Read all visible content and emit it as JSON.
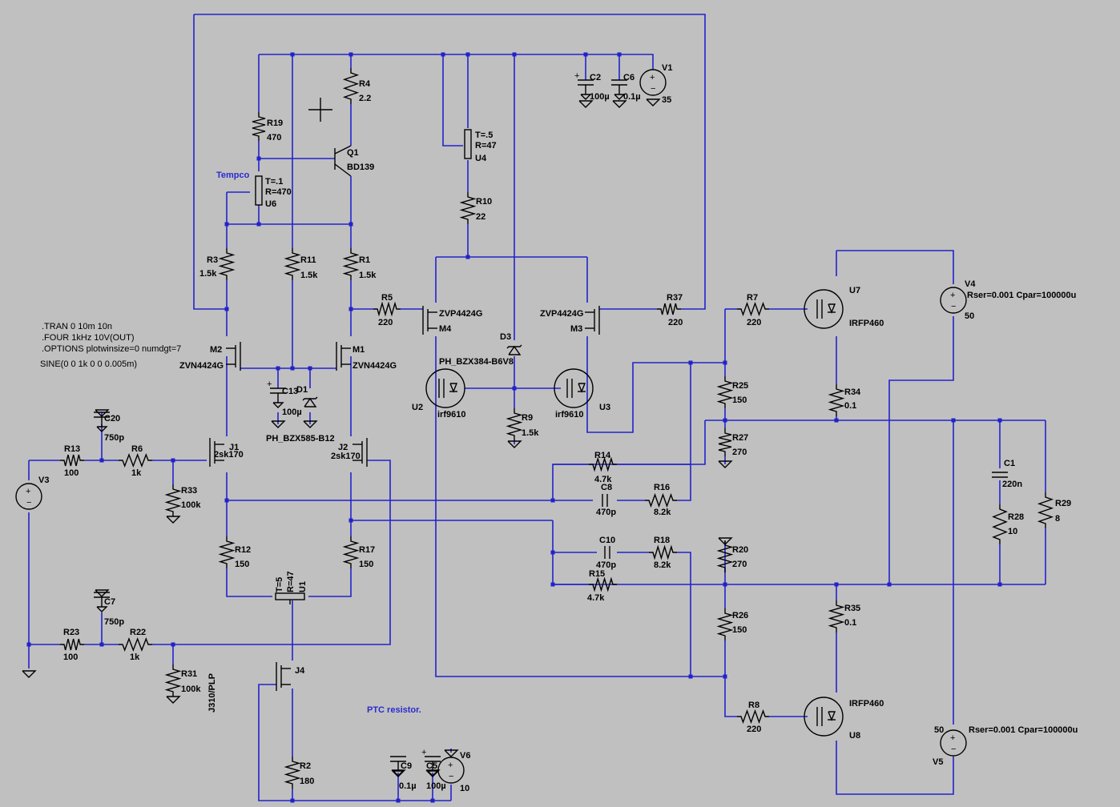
{
  "directives": [
    ".TRAN 0 10m 10n",
    ".FOUR 1kHz 10V(OUT)",
    ".OPTIONS plotwinsize=0 numdgt=7",
    "SINE(0 0 1k 0 0 0.005m)"
  ],
  "notes": {
    "tempco": "Tempco",
    "ptc": "PTC resistor."
  },
  "components": {
    "R4": [
      "R4",
      "2.2"
    ],
    "R19": [
      "R19",
      "470"
    ],
    "Q1": [
      "Q1",
      "BD139"
    ],
    "U6": [
      "T=.1",
      "R=470",
      "U6"
    ],
    "U4": [
      "T=.5",
      "R=47",
      "U4"
    ],
    "R10": [
      "R10",
      "22"
    ],
    "C2": [
      "C2",
      "100µ"
    ],
    "C6": [
      "C6",
      "0.1µ"
    ],
    "V1": [
      "V1",
      "35"
    ],
    "R3": [
      "R3",
      "1.5k"
    ],
    "R11": [
      "R11",
      "1.5k"
    ],
    "R1": [
      "R1",
      "1.5k"
    ],
    "R5": [
      "R5",
      "220"
    ],
    "M4": [
      "ZVP4424G",
      "M4"
    ],
    "M3": [
      "ZVP4424G",
      "M3"
    ],
    "R37": [
      "R37",
      "220"
    ],
    "D3": [
      "D3",
      "PH_BZX384-B6V8"
    ],
    "M2": [
      "M2",
      "ZVN4424G"
    ],
    "M1": [
      "M1",
      "ZVN4424G"
    ],
    "C13": [
      "C13",
      "100µ"
    ],
    "D1": [
      "D1",
      "PH_BZX585-B12"
    ],
    "U2": [
      "U2",
      "irf9610"
    ],
    "U3": [
      "irf9610",
      "U3"
    ],
    "R9": [
      "R9",
      "1.5k"
    ],
    "R7": [
      "R7",
      "220"
    ],
    "U7": [
      "U7",
      "IRFP460"
    ],
    "V4": [
      "V4",
      "Rser=0.001 Cpar=100000u",
      "50"
    ],
    "R34": [
      "R34",
      "0.1"
    ],
    "R25": [
      "R25",
      "150"
    ],
    "R27": [
      "R27",
      "270"
    ],
    "C20": [
      "C20",
      "750p"
    ],
    "R13": [
      "R13",
      "100"
    ],
    "R6": [
      "R6",
      "1k"
    ],
    "J1": [
      "J1",
      "2sk170"
    ],
    "J2": [
      "J2",
      "2sk170"
    ],
    "R33": [
      "R33",
      "100k"
    ],
    "V3": [
      "V3"
    ],
    "R14": [
      "R14",
      "4.7k"
    ],
    "C8": [
      "C8",
      "470p"
    ],
    "R16": [
      "R16",
      "8.2k"
    ],
    "C1": [
      "C1",
      "220n"
    ],
    "R28": [
      "R28",
      "10"
    ],
    "R29": [
      "R29",
      "8"
    ],
    "R12": [
      "R12",
      "150"
    ],
    "R17": [
      "R17",
      "150"
    ],
    "U1": [
      "T=5",
      "R=47",
      "U1"
    ],
    "C10": [
      "C10",
      "470p"
    ],
    "R18": [
      "R18",
      "8.2k"
    ],
    "R15": [
      "R15",
      "4.7k"
    ],
    "R20": [
      "R20",
      "270"
    ],
    "R26": [
      "R26",
      "150"
    ],
    "R35": [
      "R35",
      "0.1"
    ],
    "C7": [
      "C7",
      "750p"
    ],
    "R23": [
      "R23",
      "100"
    ],
    "R22": [
      "R22",
      "1k"
    ],
    "R31": [
      "R31",
      "100k"
    ],
    "J4": [
      "J4",
      "J310/PLP"
    ],
    "R2": [
      "R2",
      "180"
    ],
    "C9": [
      "C9",
      "0.1µ"
    ],
    "C5": [
      "C5",
      "100µ"
    ],
    "V6": [
      "V6",
      "10"
    ],
    "R8": [
      "R8",
      "220"
    ],
    "U8": [
      "IRFP460",
      "U8"
    ],
    "V5": [
      "50",
      "Rser=0.001 Cpar=100000u",
      "V5"
    ]
  },
  "colors": {
    "background": "#c0c0c0",
    "wire": "#2222cc",
    "component": "#000000",
    "note": "#2a2ad0"
  }
}
